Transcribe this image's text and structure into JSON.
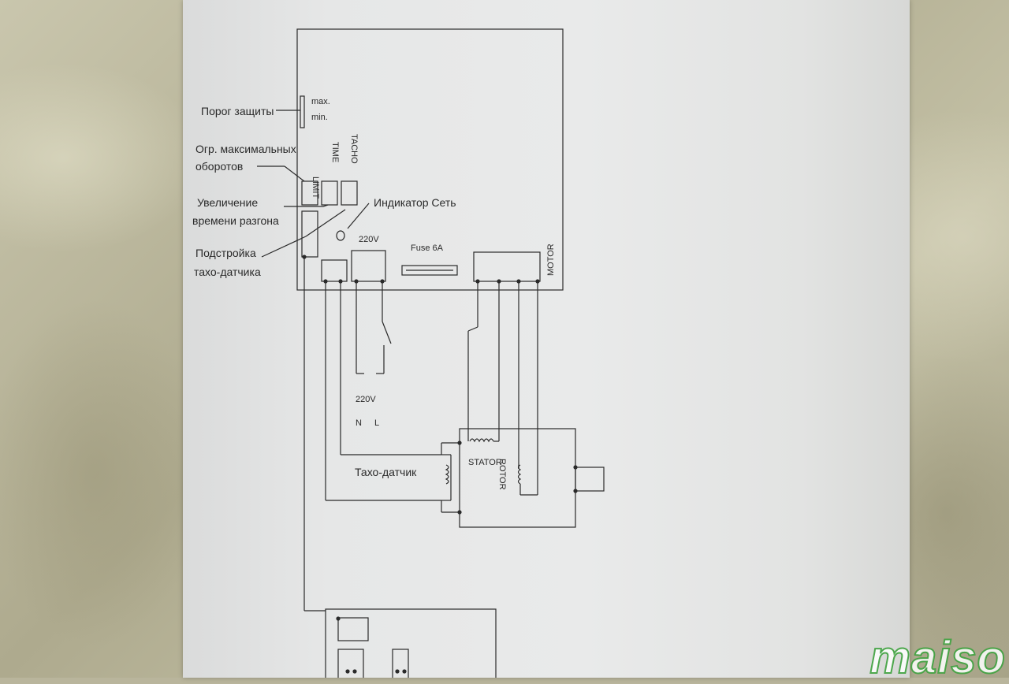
{
  "labels": {
    "threshold": "Порог защиты",
    "max": "max.",
    "min": "min.",
    "limit_line1": "Огр. максимальных",
    "limit_line2": "оборотов",
    "accel_line1": "Увеличение",
    "accel_line2": "времени разгона",
    "tacho_adj_line1": "Подстройка",
    "tacho_adj_line2": "тахо-датчика",
    "indicator": "Индикатор Сеть",
    "v220_board": "220V",
    "fuse": "Fuse 6A",
    "motor": "MOTOR",
    "pot_limit": "LIMIT",
    "pot_time": "TIME",
    "pot_tacho": "TACHO",
    "v220_input": "220V",
    "neutral": "N",
    "live": "L",
    "tacho_sensor": "Тахо-датчик",
    "stator": "STATOR",
    "rotor": "ROTOR"
  },
  "watermark": "maiso",
  "colors": {
    "ink": "#2a2a2a",
    "paper": "#e6e7e7",
    "watermark_stroke": "#3ca03c"
  }
}
